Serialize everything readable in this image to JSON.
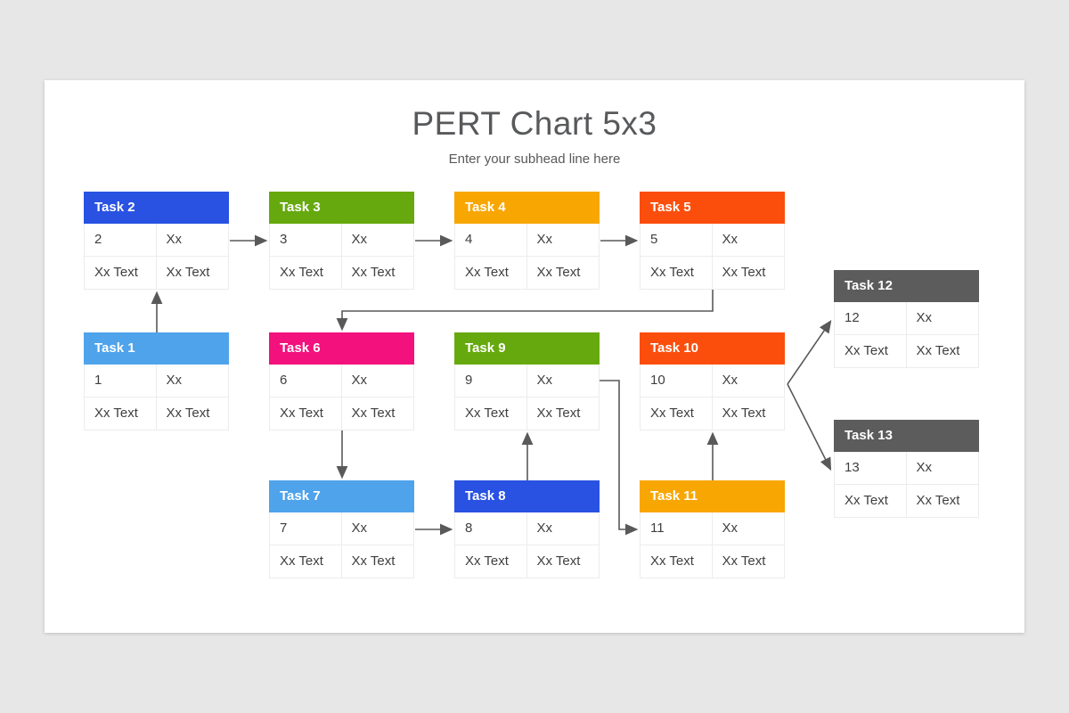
{
  "page": {
    "background_color": "#e8e7e7",
    "slide_color": "#ffffff"
  },
  "header": {
    "title": "PERT Chart 5x3",
    "subtitle": "Enter your subhead line here"
  },
  "colors": {
    "blue": "#2952e3",
    "light_blue": "#4fa3eb",
    "green": "#66a90e",
    "amber": "#f8a602",
    "orange_red": "#fb4e0d",
    "pink": "#f2117d",
    "dark_gray": "#5d5c5c",
    "arrow": "#595959",
    "title_text": "#58595b",
    "cell_text": "#3f3f3f",
    "cell_border": "#ececec"
  },
  "tasks": [
    {
      "id": "task-1",
      "label": "Task 1",
      "color": "#4fa3eb",
      "cells": [
        [
          "1",
          "Xx"
        ],
        [
          "Xx Text",
          "Xx Text"
        ]
      ]
    },
    {
      "id": "task-2",
      "label": "Task 2",
      "color": "#2952e3",
      "cells": [
        [
          "2",
          "Xx"
        ],
        [
          "Xx Text",
          "Xx Text"
        ]
      ]
    },
    {
      "id": "task-3",
      "label": "Task 3",
      "color": "#66a90e",
      "cells": [
        [
          "3",
          "Xx"
        ],
        [
          "Xx Text",
          "Xx Text"
        ]
      ]
    },
    {
      "id": "task-4",
      "label": "Task 4",
      "color": "#f8a602",
      "cells": [
        [
          "4",
          "Xx"
        ],
        [
          "Xx Text",
          "Xx Text"
        ]
      ]
    },
    {
      "id": "task-5",
      "label": "Task 5",
      "color": "#fb4e0d",
      "cells": [
        [
          "5",
          "Xx"
        ],
        [
          "Xx Text",
          "Xx Text"
        ]
      ]
    },
    {
      "id": "task-6",
      "label": "Task 6",
      "color": "#f2117d",
      "cells": [
        [
          "6",
          "Xx"
        ],
        [
          "Xx Text",
          "Xx Text"
        ]
      ]
    },
    {
      "id": "task-7",
      "label": "Task 7",
      "color": "#4fa3eb",
      "cells": [
        [
          "7",
          "Xx"
        ],
        [
          "Xx Text",
          "Xx Text"
        ]
      ]
    },
    {
      "id": "task-8",
      "label": "Task 8",
      "color": "#2952e3",
      "cells": [
        [
          "8",
          "Xx"
        ],
        [
          "Xx Text",
          "Xx Text"
        ]
      ]
    },
    {
      "id": "task-9",
      "label": "Task 9",
      "color": "#66a90e",
      "cells": [
        [
          "9",
          "Xx"
        ],
        [
          "Xx Text",
          "Xx Text"
        ]
      ]
    },
    {
      "id": "task-10",
      "label": "Task 10",
      "color": "#fb4e0d",
      "cells": [
        [
          "10",
          "Xx"
        ],
        [
          "Xx Text",
          "Xx Text"
        ]
      ]
    },
    {
      "id": "task-11",
      "label": "Task 11",
      "color": "#f8a602",
      "cells": [
        [
          "11",
          "Xx"
        ],
        [
          "Xx Text",
          "Xx Text"
        ]
      ]
    },
    {
      "id": "task-12",
      "label": "Task 12",
      "color": "#5d5c5c",
      "cells": [
        [
          "12",
          "Xx"
        ],
        [
          "Xx Text",
          "Xx Text"
        ]
      ]
    },
    {
      "id": "task-13",
      "label": "Task 13",
      "color": "#5d5c5c",
      "cells": [
        [
          "13",
          "Xx"
        ],
        [
          "Xx Text",
          "Xx Text"
        ]
      ]
    }
  ],
  "edges": [
    {
      "from": "task-1",
      "to": "task-2"
    },
    {
      "from": "task-2",
      "to": "task-3"
    },
    {
      "from": "task-3",
      "to": "task-4"
    },
    {
      "from": "task-4",
      "to": "task-5"
    },
    {
      "from": "task-5",
      "to": "task-6"
    },
    {
      "from": "task-6",
      "to": "task-7"
    },
    {
      "from": "task-7",
      "to": "task-8"
    },
    {
      "from": "task-8",
      "to": "task-9"
    },
    {
      "from": "task-9",
      "to": "task-11"
    },
    {
      "from": "task-11",
      "to": "task-10"
    },
    {
      "from": "task-10",
      "to": "task-12"
    },
    {
      "from": "task-10",
      "to": "task-13"
    }
  ]
}
